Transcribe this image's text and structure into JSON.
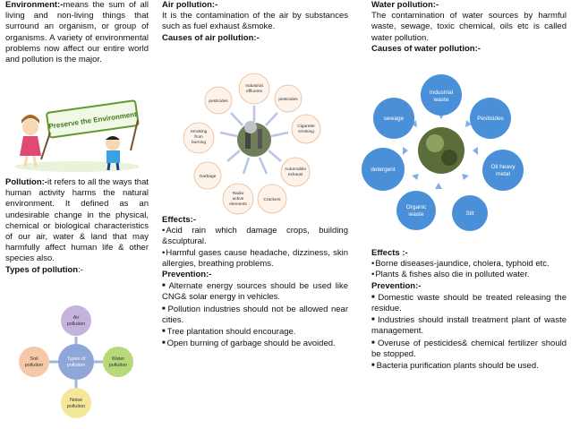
{
  "col1": {
    "env_label": "Environment:-",
    "env_text": "means the sum of all living and non-living things that surround an organism, or group of organisms. A variety of environmental problems now affect our entire world and pollution is the major.",
    "banner_text": "Preserve the Environment",
    "pollution_label": "Pollution:-",
    "pollution_text": "it refers to all the ways that human activity harms the natural environment. It defined as an undesirable change in the physical, chemical or biological characteristics of our air, water & land that may harmfully affect human life & other species also.",
    "types_label": "Types of pollution",
    "types_suffix": ":-",
    "types_diagram": {
      "center": "Types of pollution",
      "top": "Air pollution",
      "right": "Water pollution",
      "bottom": "Noise pollution",
      "left": "Soil pollution"
    }
  },
  "col2": {
    "title": "Air pollution:-",
    "intro": "It is the contamination of the air by substances such as fuel exhaust &smoke.",
    "causes_title": "Causes of air pollution:-",
    "causes": [
      "Industrial effluents",
      "pesticides",
      "Cigarette smoking",
      "Automobile exhaust",
      "Crackers",
      "Radio active elements",
      "Garbage",
      "Smoking from burning",
      "pesticides"
    ],
    "effects_title": "Effects:-",
    "effects": [
      "Acid rain which damage crops, building &sculptural.",
      "Harmful gases cause headache, dizziness, skin allergies, breathing problems."
    ],
    "prevention_title": "Prevention:-",
    "prevention": [
      "Alternate energy sources should be used like CNG& solar energy in vehicles.",
      "Pollution industries should not be allowed near cities.",
      "Tree plantation should encourage.",
      "Open burning of garbage should be avoided."
    ]
  },
  "col3": {
    "title": "Water pollution:-",
    "intro": "The contamination of water sources by harmful waste, sewage, toxic chemical, oils etc is called water pollution.",
    "causes_title": "Causes of water pollution:-",
    "causes": [
      "Industrial waste",
      "Pesticides",
      "Oil heavy metal",
      "Silt",
      "Organic waste",
      "detergent",
      "sewage"
    ],
    "effects_title": "Effects :-",
    "effects": [
      "Borne diseases-jaundice, cholera, typhoid etc.",
      "Plants & fishes also die in polluted water."
    ],
    "prevention_title": "Prevention:-",
    "prevention": [
      "Domestic waste should be treated releasing the residue.",
      "Industries should install treatment plant of waste management.",
      "Overuse of pesticides& chemical fertilizer should be stopped.",
      "Bacteria purification plants should be used."
    ]
  },
  "colors": {
    "water_node": "#4a90d9",
    "types_center": "#8fa6d8",
    "types_air": "#c4b3dc",
    "types_water": "#b8d97a",
    "types_noise": "#f5e79a",
    "types_soil": "#f5c9a8",
    "air_node_fill": "#fdf3ea",
    "air_node_stroke": "#e8b890"
  }
}
